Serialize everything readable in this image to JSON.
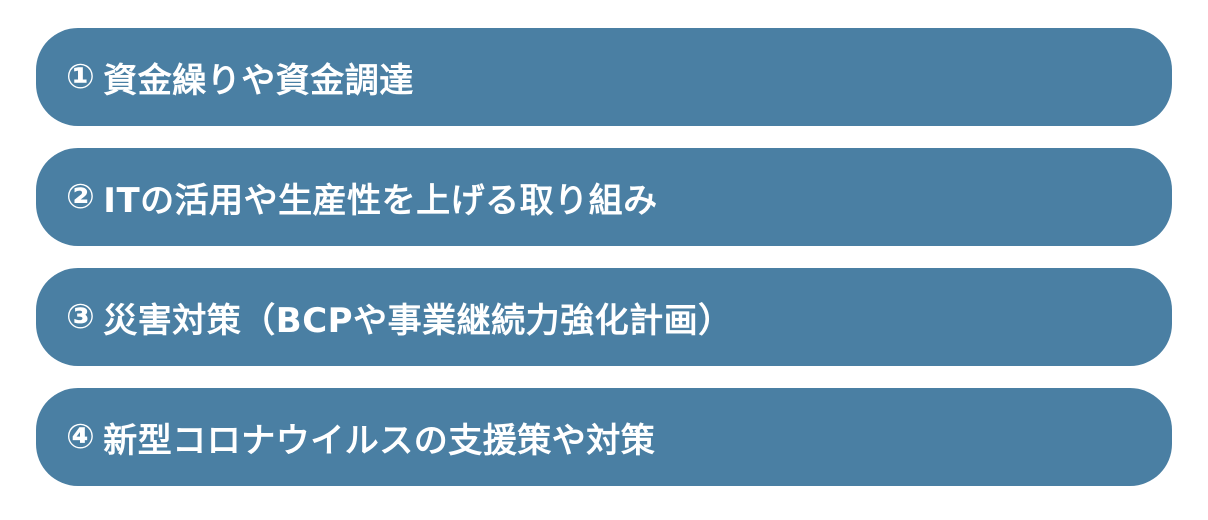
{
  "items": [
    {
      "number": "①",
      "label": "資金繰りや資金調達"
    },
    {
      "number": "②",
      "label": "ITの活用や生産性を上げる取り組み"
    },
    {
      "number": "③",
      "label": "災害対策（BCPや事業継続力強化計画）"
    },
    {
      "number": "④",
      "label": "新型コロナウイルスの支援策や対策"
    }
  ],
  "colors": {
    "item_background": "#4a7fa3",
    "item_text": "#ffffff"
  }
}
